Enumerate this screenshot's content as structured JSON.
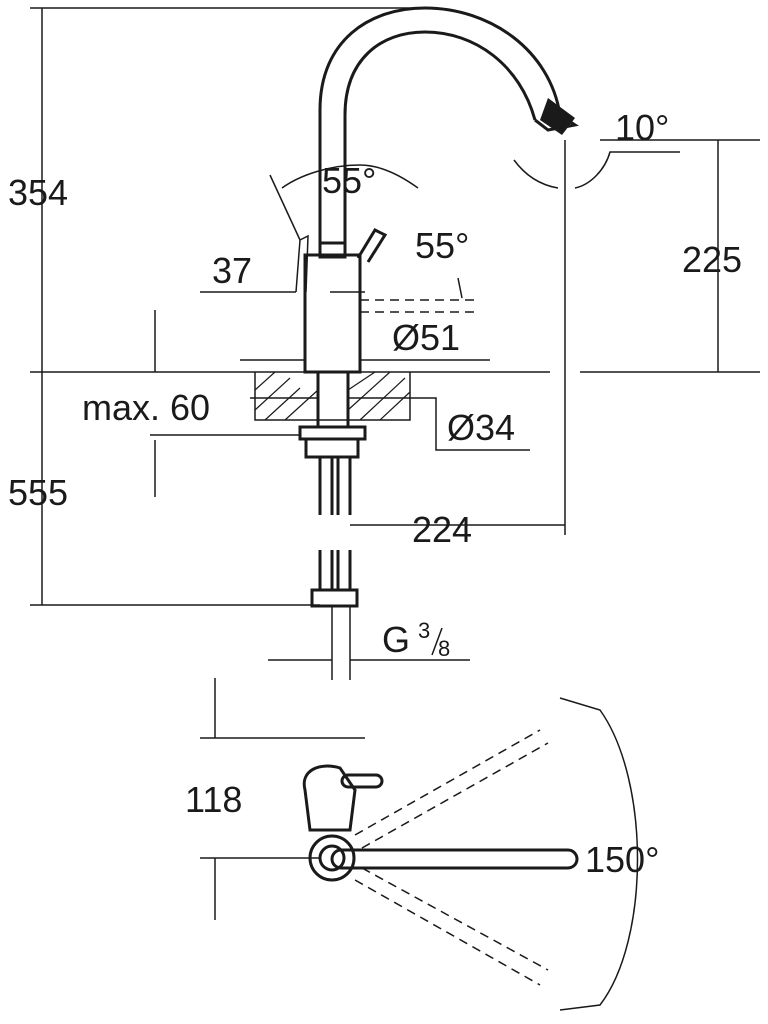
{
  "dimensions": {
    "total_height_above_deck": "354",
    "below_deck_length": "555",
    "lever_offset": "37",
    "lever_angle_left": "55°",
    "lever_angle_right": "55°",
    "body_diameter": "Ø51",
    "max_deck_thickness": "max. 60",
    "shank_diameter": "Ø34",
    "spout_reach": "224",
    "spout_height": "225",
    "spout_tilt_angle": "10°",
    "connection_thread_prefix": "G",
    "connection_thread_num": "3",
    "connection_thread_den": "8",
    "top_view_depth": "118",
    "swivel_angle": "150°"
  }
}
